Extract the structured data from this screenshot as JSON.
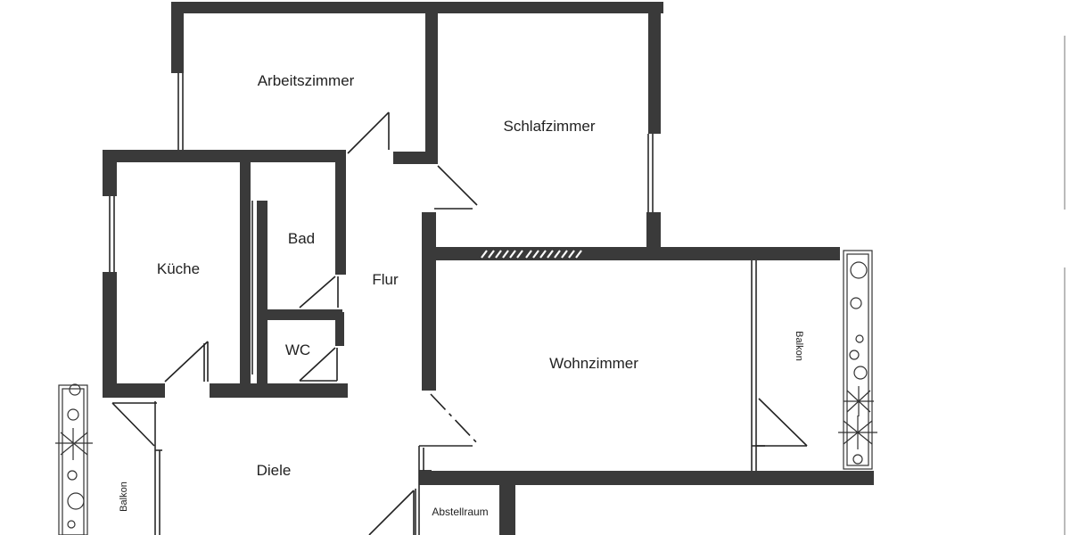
{
  "floor_plan": {
    "rooms": [
      {
        "id": "arbeitszimmer",
        "label": "Arbeitszimmer"
      },
      {
        "id": "schlafzimmer",
        "label": "Schlafzimmer"
      },
      {
        "id": "kueche",
        "label": "Küche"
      },
      {
        "id": "bad",
        "label": "Bad"
      },
      {
        "id": "wc",
        "label": "WC"
      },
      {
        "id": "flur",
        "label": "Flur"
      },
      {
        "id": "wohnzimmer",
        "label": "Wohnzimmer"
      },
      {
        "id": "balkon_right",
        "label": "Balkon"
      },
      {
        "id": "diele",
        "label": "Diele"
      },
      {
        "id": "balkon_left",
        "label": "Balkon"
      },
      {
        "id": "abstellraum",
        "label": "Abstellraum"
      }
    ],
    "colors": {
      "wall": "#3a3a3a",
      "background": "#ffffff",
      "line": "#2a2a2a"
    }
  }
}
